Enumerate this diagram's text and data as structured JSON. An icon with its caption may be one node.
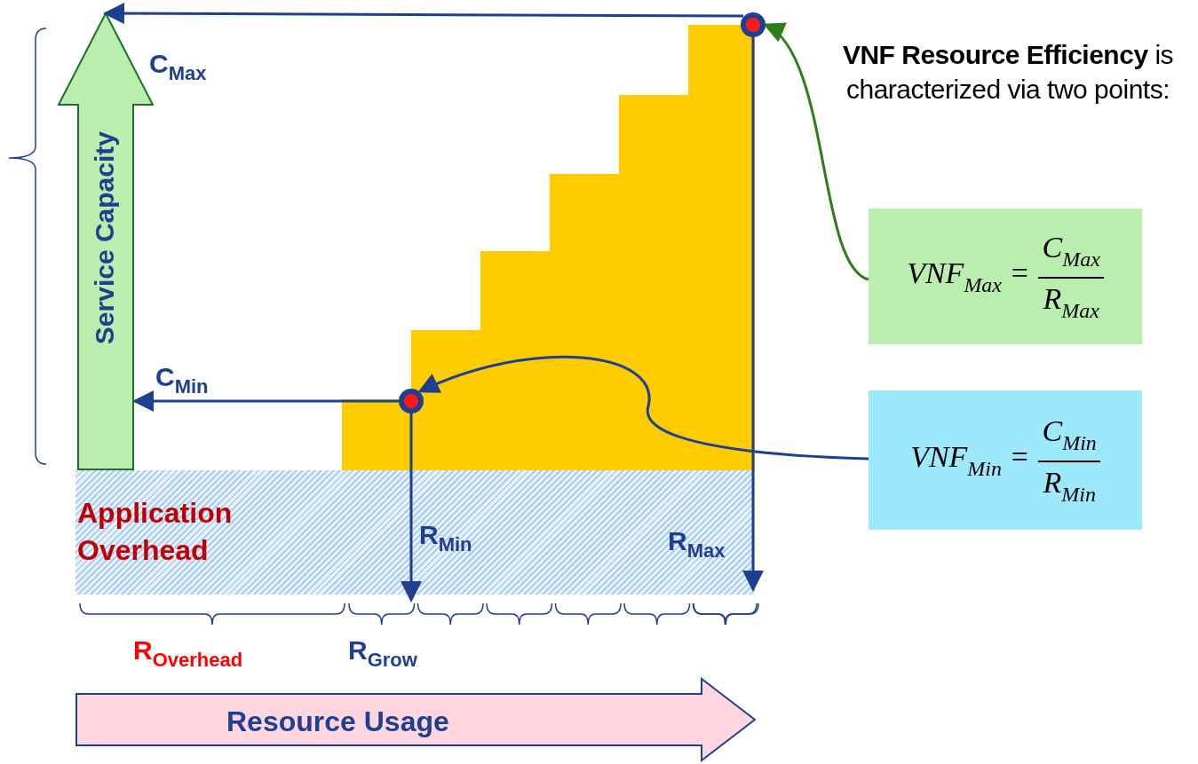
{
  "diagram": {
    "nodes": [
      {
        "text": [
          "Service Capacity"
        ]
      },
      {
        "text": [
          "Application Overhead"
        ]
      },
      {
        "text": [
          "Resource Usage"
        ]
      },
      {
        "text": [],
        "shape": "circle"
      },
      {
        "text": [],
        "shape": "circle"
      },
      {
        "text": [
          "VNF$_{Max}$ =",
          "C$_{Max}$",
          "R$_{Max}$"
        ]
      },
      {
        "text": [
          "VNF$_{Min}$ =",
          "C$_{Min}$",
          "R$_{Min}$"
        ]
      }
    ],
    "edges": [
      {
        "from": 3,
        "to": 0,
        "arrow": "to",
        "label": "C$_{Max}$"
      },
      {
        "from": 4,
        "to": 0,
        "arrow": "to",
        "label": "C$_{Min}$"
      },
      {
        "from": 3,
        "to": 1,
        "arrow": "to",
        "label": "R$_{Max}$"
      },
      {
        "from": 4,
        "to": 1,
        "arrow": "to",
        "label": "R$_{Min}$"
      },
      {
        "from": 5,
        "to": 3,
        "arrow": "to",
        "color": "#2e7d1a"
      },
      {
        "from": 6,
        "to": 4,
        "arrow": "to"
      }
    ],
    "labels": [
      "**VNF Resource Efficiency** is characterized via two points:",
      "R$_{Overhead}$",
      "R$_{Grow}$"
    ]
  }
}
